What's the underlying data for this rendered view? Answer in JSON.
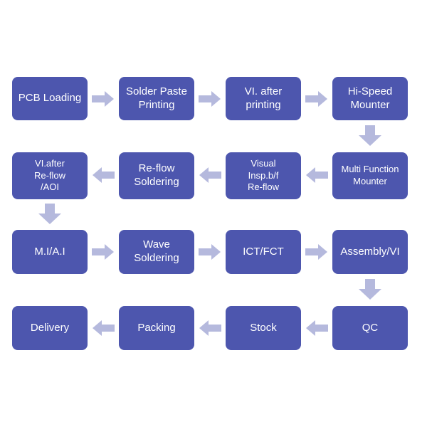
{
  "diagram": {
    "type": "flowchart",
    "description_text": "",
    "colors": {
      "node_fill": "#4d56ae",
      "node_text": "#ffffff",
      "arrow": "#b5b9dd",
      "background": "#ffffff"
    },
    "nodes": [
      {
        "label": "PCB Loading"
      },
      {
        "label": "Solder Paste\nPrinting"
      },
      {
        "label": "VI. after\nprinting"
      },
      {
        "label": "Hi-Speed\nMounter"
      },
      {
        "label": "Multi Function\nMounter"
      },
      {
        "label": "Visual\nInsp.b/f\nRe-flow"
      },
      {
        "label": "Re-flow\nSoldering"
      },
      {
        "label": "VI.after\nRe-flow\n/AOI"
      },
      {
        "label": "M.I/A.I"
      },
      {
        "label": "Wave\nSoldering"
      },
      {
        "label": "ICT/FCT"
      },
      {
        "label": "Assembly/VI"
      },
      {
        "label": "QC"
      },
      {
        "label": "Stock"
      },
      {
        "label": "Packing"
      },
      {
        "label": "Delivery"
      }
    ],
    "flow_order": [
      "PCB Loading",
      "Solder Paste Printing",
      "VI. after printing",
      "Hi-Speed Mounter",
      "Multi Function Mounter",
      "Visual Insp.b/f Re-flow",
      "Re-flow Soldering",
      "VI.after Re-flow /AOI",
      "M.I/A.I",
      "Wave Soldering",
      "ICT/FCT",
      "Assembly/VI",
      "QC",
      "Stock",
      "Packing",
      "Delivery"
    ]
  }
}
